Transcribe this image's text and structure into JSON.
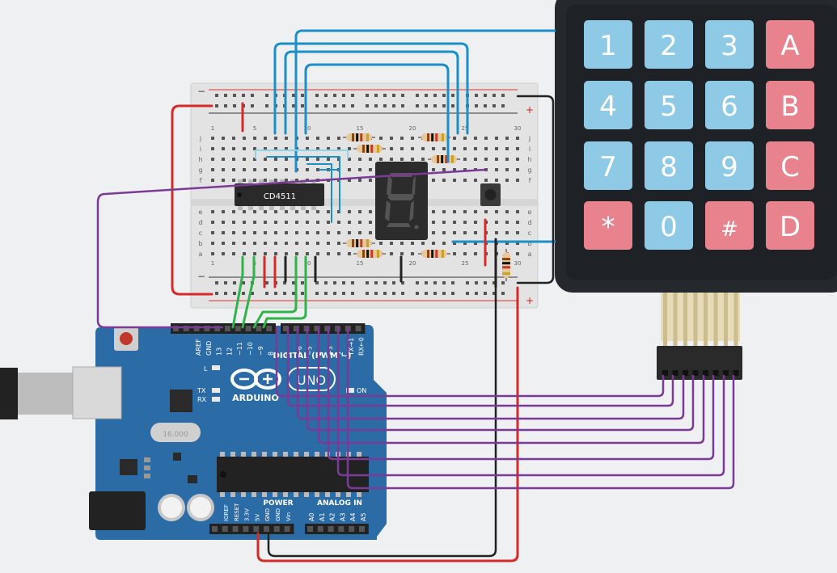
{
  "colors": {
    "background": "#eef0f2",
    "breadboard": "#e4e4e4",
    "arduino_board": "#2b6ba6",
    "keypad_body": "#24292e",
    "key_blue": "#8ecae6",
    "key_red": "#e8838d",
    "wire_blue": "#1b8fc9",
    "wire_red": "#d42a2a",
    "wire_black": "#222222",
    "wire_green": "#2fb34a",
    "wire_purple": "#7b3a96"
  },
  "icons": [
    "arduino-infinity-logo-icon",
    "seven-segment-digit-8-icon",
    "usb-connector-icon",
    "reset-button-icon"
  ],
  "breadboard": {
    "chip_label": "CD4511",
    "col_numbers": [
      "1",
      "5",
      "10",
      "15",
      "20",
      "25",
      "30"
    ],
    "row_letters_top": [
      "j",
      "i",
      "h",
      "g",
      "f"
    ],
    "row_letters_bottom": [
      "e",
      "d",
      "c",
      "b",
      "a"
    ],
    "rail_minus": "−",
    "rail_plus": "+"
  },
  "keypad": {
    "keys": [
      [
        "1",
        "2",
        "3",
        "A"
      ],
      [
        "4",
        "5",
        "6",
        "B"
      ],
      [
        "7",
        "8",
        "9",
        "C"
      ],
      [
        "*",
        "0",
        "#",
        "D"
      ]
    ]
  },
  "arduino": {
    "brand": "ARDUINO",
    "model": "UNO",
    "digital_label": "DIGITAL (PWM ~)",
    "digital_pins_a": [
      "AREF",
      "GND",
      "13",
      "12",
      "~11",
      "~10",
      "~9",
      "8"
    ],
    "digital_pins_b": [
      "7",
      "~6",
      "~5",
      "4",
      "~3",
      "2",
      "TX→1",
      "RX←0"
    ],
    "led_l": "L",
    "led_tx": "TX",
    "led_rx": "RX",
    "led_on": "ON",
    "power_label": "POWER",
    "power_pins": [
      "IOREF",
      "RESET",
      "3.3V",
      "5V",
      "GND",
      "GND",
      "Vin"
    ],
    "analog_label": "ANALOG IN",
    "analog_pins": [
      "A0",
      "A1",
      "A2",
      "A3",
      "A4",
      "A5"
    ],
    "crystal_label": "16.000"
  }
}
